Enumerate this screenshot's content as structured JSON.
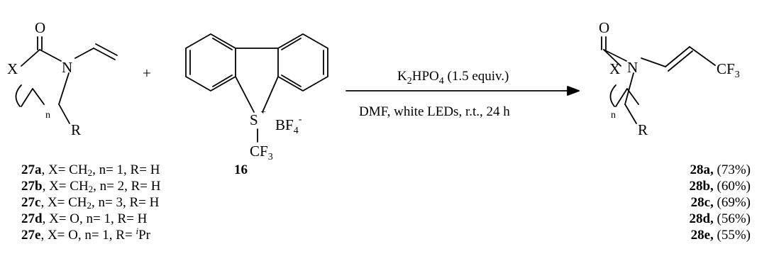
{
  "reactant1": {
    "o": "O",
    "x": "X",
    "n_atom": "N",
    "n_sub": "n",
    "r": "R"
  },
  "plus": "+",
  "reagent": {
    "s": "S",
    "s_charge": "+",
    "cf3": "CF",
    "cf3_sub": "3",
    "bf4": "BF",
    "bf4_sub": "4",
    "bf4_charge": "-",
    "label": "16"
  },
  "conditions": {
    "top_k": "K",
    "top_k_sub": "2",
    "top_hpo": "HPO",
    "top_hpo_sub": "4",
    "top_rest": " (1.5 equiv.)",
    "bottom": "DMF, white LEDs, r.t., 24 h"
  },
  "product": {
    "o": "O",
    "x": "X",
    "n_atom": "N",
    "n_sub": "n",
    "r": "R",
    "cf3": "CF",
    "cf3_sub": "3"
  },
  "reactants_list": [
    {
      "id": "27a",
      "x_pre": ", X= CH",
      "x_sub": "2",
      "rest": ", n= 1, R= H"
    },
    {
      "id": "27b",
      "x_pre": ", X= CH",
      "x_sub": "2",
      "rest": ", n= 2, R= H"
    },
    {
      "id": "27c",
      "x_pre": ", X= CH",
      "x_sub": "2",
      "rest": ", n= 3, R= H"
    },
    {
      "id": "27d",
      "text": ", X= O, n= 1, R= H"
    },
    {
      "id": "27e",
      "text": ", X= O, n= 1, R= ",
      "sup": "i",
      "tail": "Pr"
    }
  ],
  "products_list": [
    {
      "id": "28a,",
      "yield": " (73%)"
    },
    {
      "id": "28b,",
      "yield": " (60%)"
    },
    {
      "id": "28c,",
      "yield": " (69%)"
    },
    {
      "id": "28d,",
      "yield": " (56%)"
    },
    {
      "id": "28e,",
      "yield": " (55%)"
    }
  ]
}
